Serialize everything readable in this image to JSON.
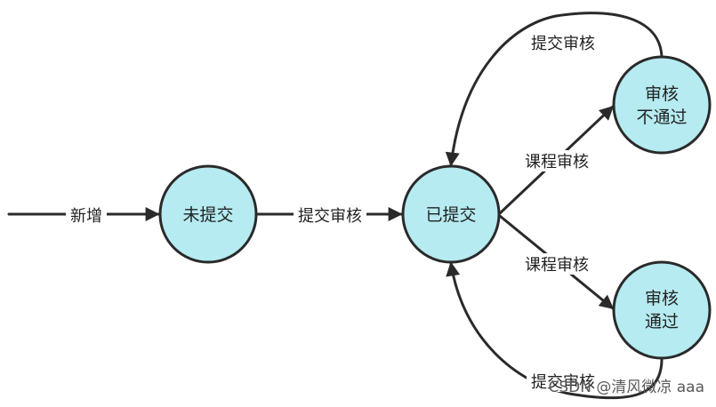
{
  "colors": {
    "node_fill": "#b5ebf1",
    "stroke": "#2a2a2a",
    "text": "#222222"
  },
  "nodes": {
    "not_submitted": "未提交",
    "submitted": "已提交",
    "rejected_line1": "审核",
    "rejected_line2": "不通过",
    "approved_line1": "审核",
    "approved_line2": "通过"
  },
  "edges": {
    "create": "新增",
    "submit_review": "提交审核",
    "course_review_to_rejected": "课程审核",
    "course_review_to_approved": "课程审核",
    "rejected_resubmit": "提交审核",
    "approved_resubmit": "提交审核"
  },
  "watermark": "CSDN @清风微凉 aaa"
}
